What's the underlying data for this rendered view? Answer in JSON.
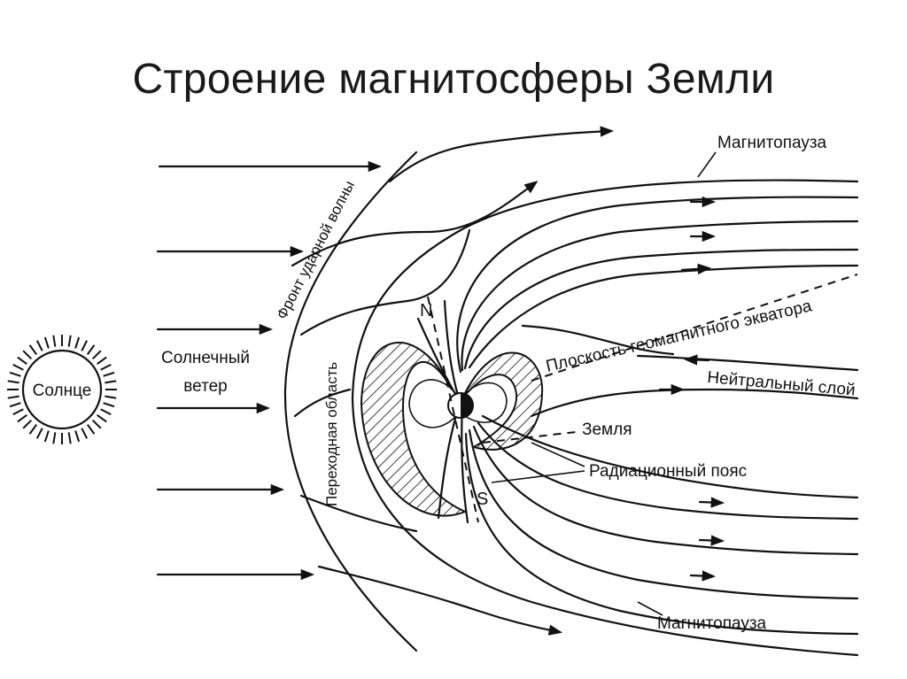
{
  "title": "Строение магнитосферы Земли",
  "labels": {
    "sun": "Солнце",
    "solar_wind_line1": "Солнечный",
    "solar_wind_line2": "ветер",
    "bow_shock": "Фронт ударной волны",
    "transition_region": "Переходная область",
    "magnetopause_top": "Магнитопауза",
    "magnetopause_bottom": "Магнитопауза",
    "equator_plane": "Плоскость геомагнитного экватора",
    "neutral_layer": "Нейтральный слой",
    "earth": "Земля",
    "radiation_belt": "Радиационный пояс",
    "pole_north": "N",
    "pole_south": "S"
  },
  "colors": {
    "ink": "#111111",
    "background": "#ffffff"
  }
}
